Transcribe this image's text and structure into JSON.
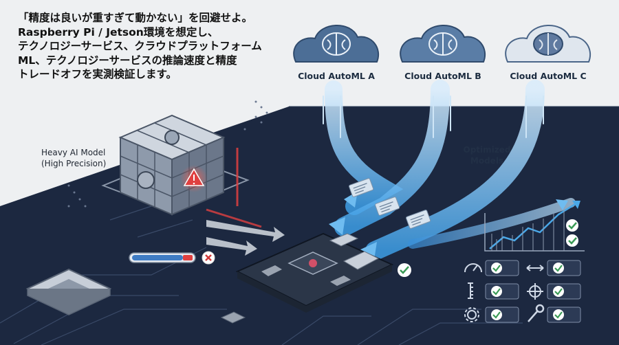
{
  "headline": {
    "lines": [
      "「精度は良いが重すぎて動かない」を回避せよ。",
      "Raspberry Pi / Jetson環境を想定し、",
      "テクノロジーサービス、クラウドプラットフォーム",
      "ML、テクノロジーサービスの推論速度と精度",
      "トレードオフを実測検証します。"
    ]
  },
  "clouds": [
    {
      "label": "Cloud AutoML A",
      "icon": "brain-icon"
    },
    {
      "label": "Cloud AutoML B",
      "icon": "brain-icon"
    },
    {
      "label": "Cloud AutoML C",
      "icon": "brain-icon"
    }
  ],
  "heavy_model": {
    "line1": "Heavy AI Model",
    "line2": "(High Precision)"
  },
  "optimized": {
    "line1": "Optimized",
    "line2": "Models"
  },
  "colors": {
    "background": "#eef0f2",
    "board": "#1c2840",
    "stream": "#4aa8e8",
    "warning": "#e04040",
    "check": "#3a9a55",
    "cloud": "#4c6e96"
  },
  "metrics": [
    {
      "icon": "speedometer-icon",
      "status": "check-icon"
    },
    {
      "icon": "arrows-horizontal-icon",
      "status": "check-icon"
    },
    {
      "icon": "ruler-icon",
      "status": "check-icon"
    },
    {
      "icon": "crosshair-icon",
      "status": "check-icon"
    },
    {
      "icon": "gear-icon",
      "status": "check-icon"
    },
    {
      "icon": "wrench-icon",
      "status": "check-icon"
    }
  ]
}
